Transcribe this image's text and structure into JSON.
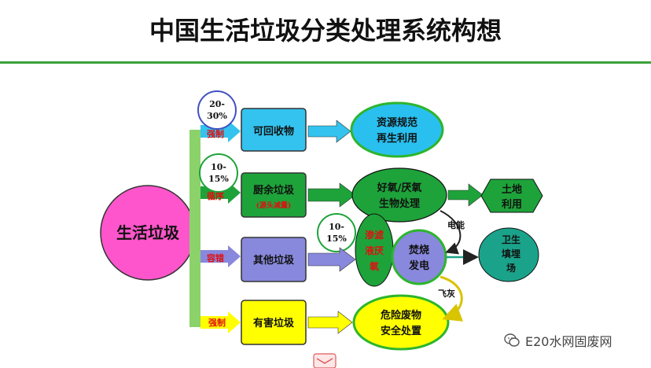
{
  "title": "中国生活垃圾分类处理系统构想",
  "source": {
    "label": "生活垃圾",
    "color": "#ff55cc"
  },
  "categories": [
    {
      "badge": "20-\n30%",
      "note": "强制",
      "box": "可回收物",
      "target_lines": [
        "资源规范",
        "再生利用"
      ],
      "box_color": "#33c3ee",
      "target_color": "#29c0f0"
    },
    {
      "badge": "10-\n15%",
      "note": "循序",
      "box": "厨余垃圾",
      "box_sub": "(源头减量)",
      "target_lines": [
        "好氧/厌氧",
        "生物处理"
      ],
      "box_color": "#1ea33a",
      "target_color": "#1ea33a"
    },
    {
      "note": "容错",
      "box": "其他垃圾",
      "box_color": "#8888dd"
    },
    {
      "note": "强制",
      "box": "有害垃圾",
      "target_lines": [
        "危险废物",
        "安全处置"
      ],
      "box_color": "#ffff00",
      "target_color": "#ffff00"
    }
  ],
  "leachate": {
    "badge": "10-\n15%",
    "lines": [
      "渗滤",
      "液厌",
      "氧"
    ],
    "color": "#1ea33a"
  },
  "incineration": {
    "lines": [
      "焚烧",
      "发电"
    ],
    "color": "#8888dd"
  },
  "land_use": {
    "lines": [
      "土地",
      "利用"
    ],
    "color": "#1ea33a"
  },
  "landfill": {
    "lines": [
      "卫生",
      "填埋",
      "场"
    ],
    "color": "#1aa38a"
  },
  "edge_labels": {
    "electricity": "电能",
    "fly_ash": "飞灰"
  },
  "watermark": "E20水网固废网"
}
